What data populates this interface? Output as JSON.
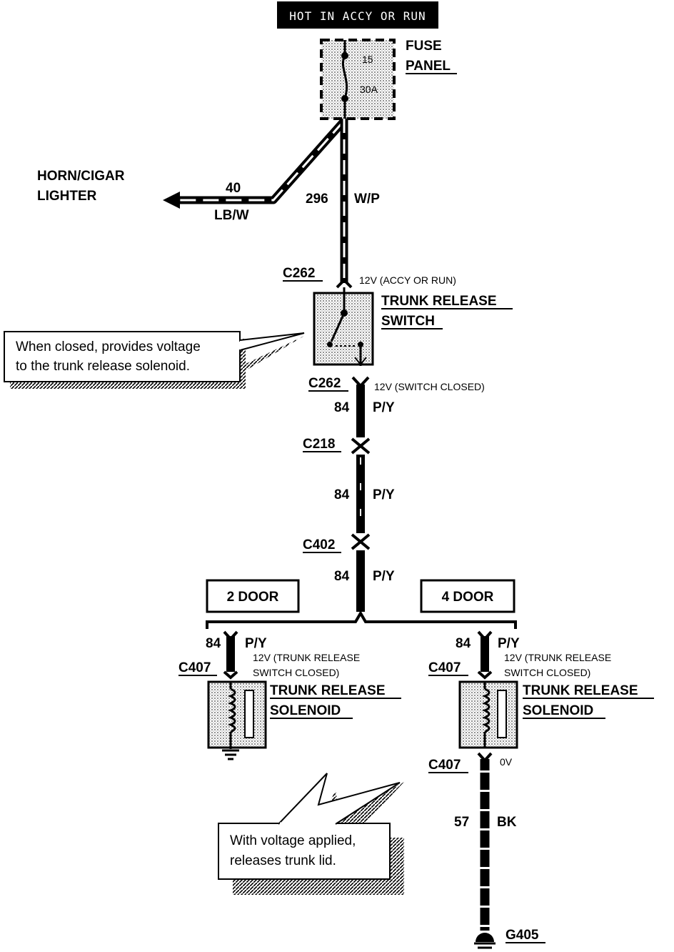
{
  "header": {
    "power_label": "HOT IN ACCY OR RUN"
  },
  "fuse": {
    "title_line1": "FUSE",
    "title_line2": "PANEL",
    "number": "15",
    "rating": "30A"
  },
  "horn": {
    "line1": "HORN/CIGAR",
    "line2": "LIGHTER",
    "circuit": "40",
    "color": "LB/W"
  },
  "feed": {
    "circuit": "296",
    "color": "W/P"
  },
  "switch": {
    "connector_in": "C262",
    "voltage_in": "12V (ACCY OR RUN)",
    "title_line1": "TRUNK RELEASE",
    "title_line2": "SWITCH",
    "connector_out": "C262",
    "voltage_out": "12V (SWITCH CLOSED)"
  },
  "note_switch": {
    "line1": "When closed, provides voltage",
    "line2": "to the trunk release solenoid."
  },
  "wire84": {
    "circuit": "84",
    "color": "P/Y"
  },
  "connectors": {
    "c218": "C218",
    "c402": "C402"
  },
  "doors": {
    "two_door": "2 DOOR",
    "four_door": "4 DOOR"
  },
  "solenoid": {
    "connector": "C407",
    "voltage_line1": "12V (TRUNK RELEASE",
    "voltage_line2": "SWITCH CLOSED)",
    "title_line1": "TRUNK RELEASE",
    "title_line2": "SOLENOID"
  },
  "ground_wire": {
    "connector": "C407",
    "voltage": "0V",
    "circuit": "57",
    "color": "BK",
    "ground": "G405"
  },
  "note_solenoid": {
    "line1": "With voltage applied,",
    "line2": "releases trunk lid."
  }
}
